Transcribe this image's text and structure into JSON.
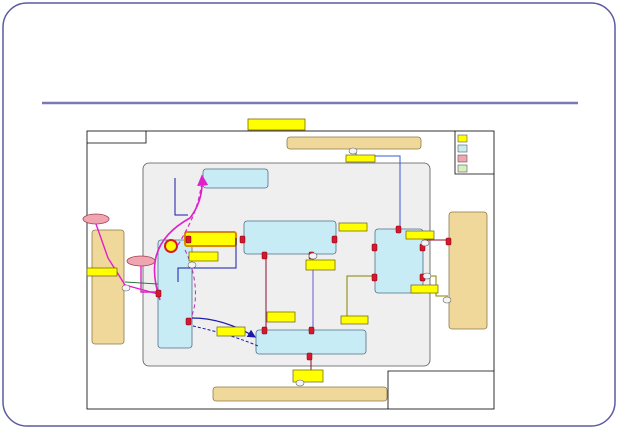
{
  "slide": {
    "title": ""
  },
  "colors": {
    "slide_border": "#5c5aa0",
    "title_rule": "#7a79b8",
    "frame": "#000000",
    "compartment_fill": "#efefef",
    "compartment_stroke": "#555555",
    "block_fill": "#c8ecf6",
    "block_stroke": "#4f6f88",
    "side_fill": "#f0d89a",
    "side_stroke": "#8c7a4a",
    "label_fill": "#ffff00",
    "port_fill": "#d8182c",
    "ellipse_fill": "#f0a6b0",
    "magenta": "#e020c8",
    "blue_link": "#1a1aa8",
    "legend": [
      "#ffff00",
      "#c8ecf6",
      "#f0a6b0",
      "#d8f0c0"
    ]
  },
  "diagram": {
    "nodes": [
      {
        "id": "top-label"
      },
      {
        "id": "top-bar"
      },
      {
        "id": "legend-box"
      },
      {
        "id": "compartment"
      },
      {
        "id": "block-top"
      },
      {
        "id": "block-center"
      },
      {
        "id": "block-right"
      },
      {
        "id": "block-bottom"
      },
      {
        "id": "block-left-tall"
      },
      {
        "id": "side-left"
      },
      {
        "id": "side-right"
      },
      {
        "id": "bottom-bar"
      },
      {
        "id": "ellipse-top"
      },
      {
        "id": "ellipse-mid"
      },
      {
        "id": "highlight-box"
      },
      {
        "id": "highlight-circle"
      }
    ],
    "edges": [
      {
        "from": "top-bar",
        "to": "block-right",
        "color": "blue"
      },
      {
        "from": "block-center",
        "to": "block-bottom",
        "color": "maroon"
      },
      {
        "from": "block-center",
        "to": "block-bottom",
        "color": "purple"
      },
      {
        "from": "block-bottom",
        "to": "bottom-bar",
        "color": "maroon"
      },
      {
        "from": "block-right",
        "to": "side-right",
        "color": "olive"
      },
      {
        "from": "block-left-tall",
        "to": "block-bottom",
        "color": "blue"
      },
      {
        "from": "ellipse-top",
        "to": "block-left-tall",
        "color": "magenta"
      },
      {
        "from": "ellipse-mid",
        "to": "block-left-tall",
        "color": "magenta"
      },
      {
        "from": "block-left-tall",
        "to": "block-top",
        "color": "magenta"
      }
    ]
  }
}
